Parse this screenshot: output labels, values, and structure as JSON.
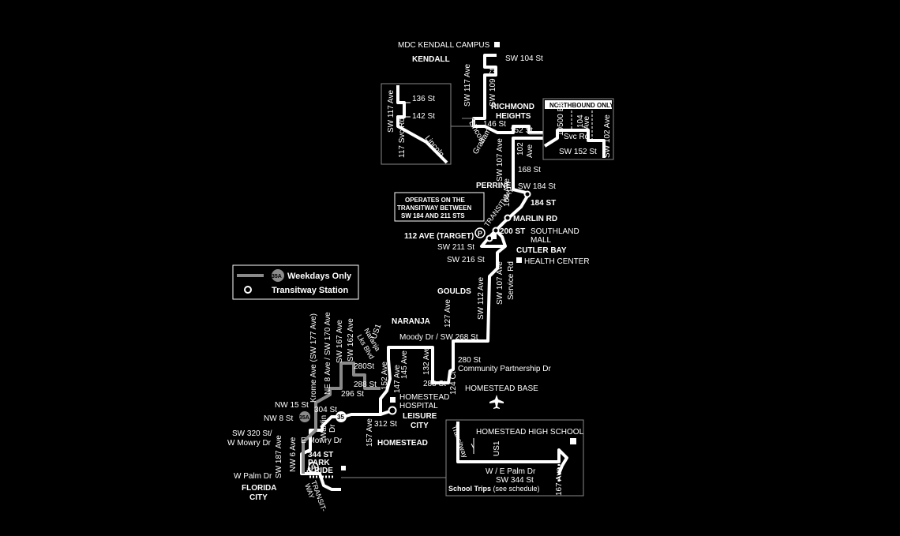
{
  "places": {
    "kendall": "KENDALL",
    "richmond": "RICHMOND",
    "heights": "HEIGHTS",
    "perrine": "PERRINE",
    "cutler_bay": "CUTLER BAY",
    "goulds": "GOULDS",
    "naranja": "NARANJA",
    "leisure": "LEISURE",
    "city": "CITY",
    "homestead": "HOMESTEAD",
    "florida_city_1": "FLORIDA",
    "florida_city_2": "CITY"
  },
  "landmarks": {
    "mdc": "MDC KENDALL CAMPUS",
    "southland_1": "SOUTHLAND",
    "southland_2": "MALL",
    "health": "HEALTH CENTER",
    "hospital_1": "HOMESTEAD",
    "hospital_2": "HOSPITAL",
    "base": "HOMESTEAD BASE",
    "target": "112 AVE (TARGET)",
    "marlin": "MARLIN RD",
    "st200": "200 ST",
    "st184": "184 ST",
    "park_ride_1": "344 ST",
    "park_ride_2": "PARK",
    "park_ride_3": "& RIDE"
  },
  "streets": {
    "sw104st": "SW 104 St",
    "sw117ave": "SW 117 Ave",
    "sw109ct": "SW 109 Ct",
    "st146": "146 St",
    "st152": "152 St",
    "lincoln": "Lincoln",
    "graham": "Graham",
    "sw107ave": "SW 107 Ave",
    "ave102_1": "102",
    "ave102_2": "Ave",
    "st168": "168 St",
    "sw184st": "SW 184 St",
    "ave104": "104 Ave",
    "transitway": "TRANSITWAY",
    "sw211st": "SW 211 St",
    "sw216st": "SW 216 St",
    "sw112ave": "SW 112 Ave",
    "sw107ave_b": "SW 107 Ave",
    "service_rd": "Service Rd",
    "ave127": "127 Ave",
    "moody": "Moody Dr / SW 268 St",
    "us1": "US1",
    "naranja_lks": "Naranja",
    "lks_blvd": "Lks Blvd",
    "ave132": "132 Ave",
    "ave145": "145 Ave",
    "st280": "280 St",
    "community": "Community Partnership Dr",
    "st288a": "288 St",
    "ct124": "124 Ct",
    "st280b": "280St",
    "st288b": "288 St",
    "ave152": "152 Ave",
    "ave147": "147 Ave",
    "st296": "296 St",
    "krome": "Krome Ave (SW 177 Ave)",
    "ne8ave": "NE 8 Ave / SW 170 Ave",
    "sw167": "SW 167 Ave",
    "sw162": "SW 162 Ave",
    "nw15": "NW 15 St",
    "nw8": "NW 8 St",
    "st304": "304 St",
    "st312": "312 St",
    "ave157": "157 Ave",
    "waldin": "Waldin",
    "walln_dr": "Dr",
    "sw320": "SW 320 St/",
    "wmowry": "W Mowry Dr",
    "emowry": "E Mowry Dr",
    "sw187": "SW 187 Ave",
    "nw6": "NW 6 Ave",
    "wpalm": "W Palm Dr",
    "transit_way_1": "TRANSIT-",
    "transit_way_2": "WAY",
    "route_35": "35",
    "route_35a": "35A"
  },
  "inset_left": {
    "sw117ave": "SW 117 Ave",
    "st136": "136 St",
    "st142": "142 St",
    "svc": "117 Svc Rd",
    "lincoln": "Lincoln"
  },
  "inset_right": {
    "title": "NORTHBOUND ONLY",
    "blk": "10500 Blk",
    "ave104_1": "104",
    "ave104_2": "Ave",
    "svc": "Svc Rd",
    "sw152": "SW 152 St",
    "sw102": "SW 102 Ave"
  },
  "inset_bottom": {
    "school": "HOMESTEAD HIGH SCHOOL",
    "transitway": "Transitway",
    "us1": "US1",
    "palm": "W / E Palm Dr",
    "sw344": "SW 344 St",
    "ave167": "167 Ave",
    "trips_bold": "School Trips",
    "trips_note": " (see schedule)"
  },
  "notice": {
    "line1": "OPERATES ON THE",
    "line2": "TRANSITWAY BETWEEN",
    "line3": "SW 184 AND 211 STS"
  },
  "legend": {
    "badge": "35A",
    "weekdays": "Weekdays Only",
    "station": "Transitway Station"
  }
}
